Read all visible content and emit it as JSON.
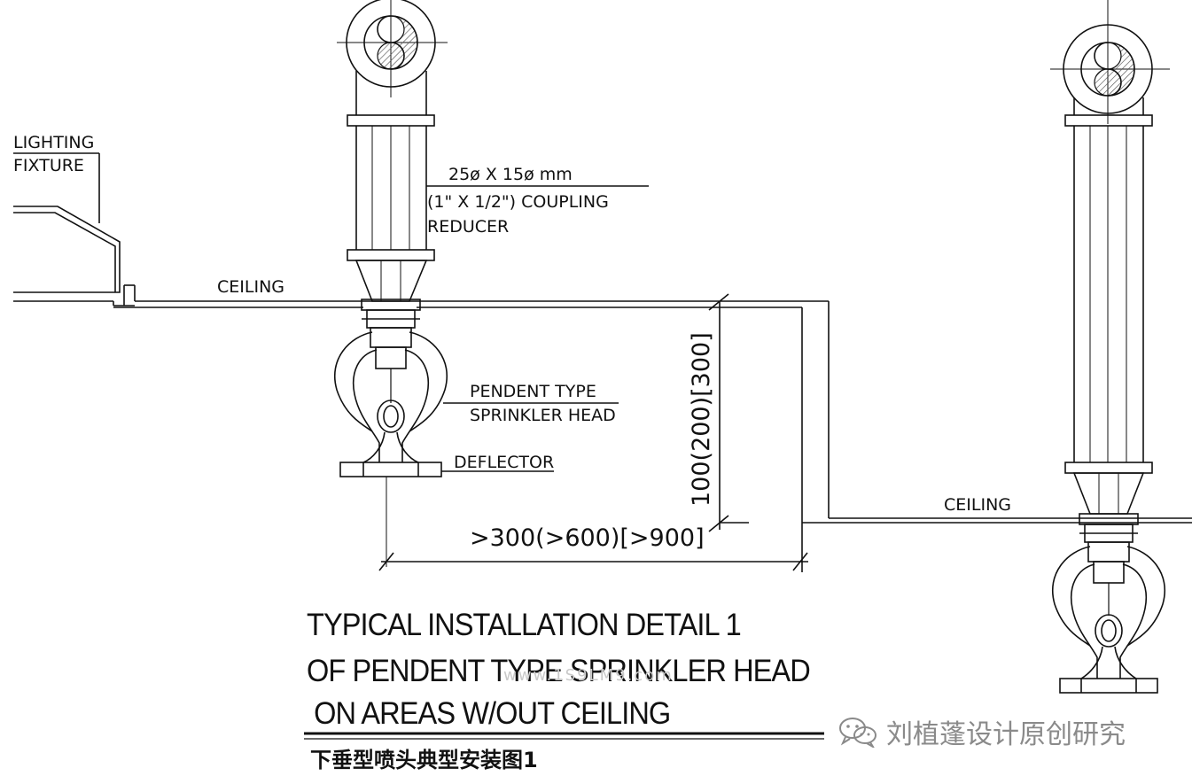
{
  "labels": {
    "lighting_fixture_line1": "LIGHTING",
    "lighting_fixture_line2": "FIXTURE",
    "reducer_size": "25ø X 15ø mm",
    "reducer_line1": "(1\" X 1/2\") COUPLING",
    "reducer_line2": "REDUCER",
    "ceiling_left": "CEILING",
    "ceiling_right": "CEILING",
    "sprinkler_line1": "PENDENT TYPE",
    "sprinkler_line2": "SPRINKLER HEAD",
    "deflector": "DEFLECTOR"
  },
  "dimensions": {
    "vertical": "100(200)[300]",
    "horizontal": ">300(>600)[>900]"
  },
  "title": {
    "line1": "TYPICAL INSTALLATION DETAIL 1",
    "line2": "OF PENDENT TYPE SPRINKLER HEAD",
    "line3": " ON AREAS W/OUT CEILING",
    "chinese": "下垂型喷头典型安装图1"
  },
  "watermark": {
    "site": "www.1S9LM9.com",
    "account": "刘植蓬设计原创研究",
    "icon": "wechat-icon"
  },
  "colors": {
    "line": "#111111",
    "hatch": "#555555",
    "watermark": "#8a8a8a"
  }
}
